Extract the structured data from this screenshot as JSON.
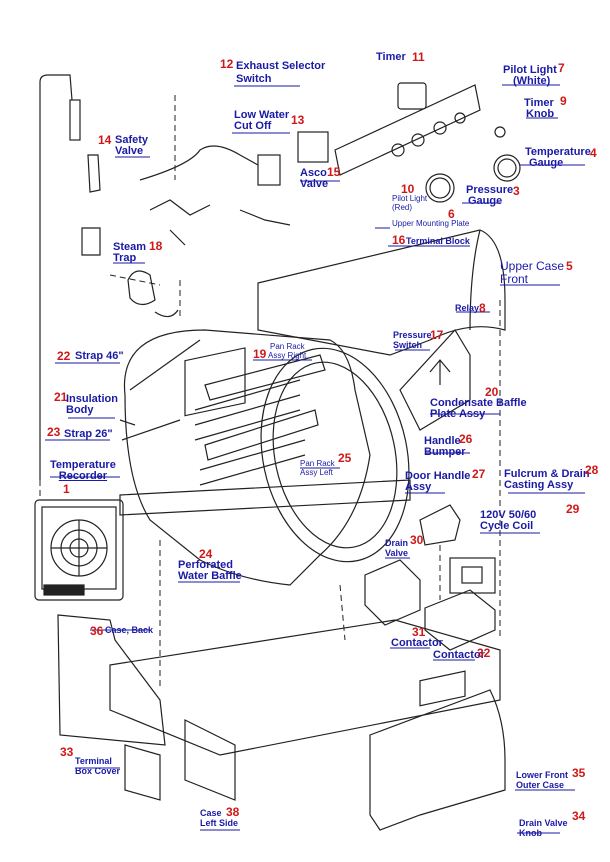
{
  "parts": [
    {
      "id": "p1",
      "num": "1",
      "lines": [
        "Temperature",
        "Recorder"
      ]
    },
    {
      "id": "p3",
      "num": "3",
      "lines": [
        "Pressure",
        "Gauge"
      ]
    },
    {
      "id": "p4",
      "num": "4",
      "lines": [
        "Temperature",
        "Gauge"
      ]
    },
    {
      "id": "p5",
      "num": "5",
      "lines": [
        "Upper Case",
        "Front"
      ]
    },
    {
      "id": "p6",
      "num": "6",
      "lines": [
        "Upper Mounting Plate"
      ]
    },
    {
      "id": "p7",
      "num": "7",
      "lines": [
        "Pilot Light",
        "(White)"
      ]
    },
    {
      "id": "p8",
      "num": "8",
      "lines": [
        "Relay"
      ]
    },
    {
      "id": "p9",
      "num": "9",
      "lines": [
        "Timer",
        "Knob"
      ]
    },
    {
      "id": "p10",
      "num": "10",
      "lines": [
        "Pilot Light",
        "(Red)"
      ]
    },
    {
      "id": "p11",
      "num": "11",
      "lines": [
        "Timer"
      ]
    },
    {
      "id": "p12",
      "num": "12",
      "lines": [
        "Exhaust Selector",
        "Switch"
      ]
    },
    {
      "id": "p13",
      "num": "13",
      "lines": [
        "Low Water",
        "Cut Off"
      ]
    },
    {
      "id": "p14",
      "num": "14",
      "lines": [
        "Safety",
        "Valve"
      ]
    },
    {
      "id": "p15",
      "num": "15",
      "lines": [
        "Asco",
        "Valve"
      ]
    },
    {
      "id": "p16",
      "num": "16",
      "lines": [
        "Terminal Block"
      ]
    },
    {
      "id": "p17",
      "num": "17",
      "lines": [
        "Pressure",
        "Switch"
      ]
    },
    {
      "id": "p18",
      "num": "18",
      "lines": [
        "Steam",
        "Trap"
      ]
    },
    {
      "id": "p19",
      "num": "19",
      "lines": [
        "Pan Rack",
        "Assy Right"
      ]
    },
    {
      "id": "p20",
      "num": "20",
      "lines": [
        "Condensate Baffle",
        "Plate Assy"
      ]
    },
    {
      "id": "p21",
      "num": "21",
      "lines": [
        "Insulation",
        "Body"
      ]
    },
    {
      "id": "p22",
      "num": "22",
      "lines": [
        "Strap 46\""
      ]
    },
    {
      "id": "p23",
      "num": "23",
      "lines": [
        "Strap 26\""
      ]
    },
    {
      "id": "p24",
      "num": "24",
      "lines": [
        "Perforated",
        "Water Baffle"
      ]
    },
    {
      "id": "p25",
      "num": "25",
      "lines": [
        "Pan Rack",
        "Assy Left"
      ]
    },
    {
      "id": "p26",
      "num": "26",
      "lines": [
        "Handle",
        "Bumper"
      ]
    },
    {
      "id": "p27",
      "num": "27",
      "lines": [
        "Door Handle",
        "Assy"
      ]
    },
    {
      "id": "p28",
      "num": "28",
      "lines": [
        "Fulcrum & Drain",
        "Casting Assy"
      ]
    },
    {
      "id": "p29",
      "num": "29",
      "lines": [
        "120V 50/60",
        "Cycle Coil"
      ]
    },
    {
      "id": "p30",
      "num": "30",
      "lines": [
        "Drain",
        "Valve"
      ]
    },
    {
      "id": "p31",
      "num": "31",
      "lines": [
        "Contactor"
      ]
    },
    {
      "id": "p32",
      "num": "32",
      "lines": [
        "Contactor"
      ]
    },
    {
      "id": "p33",
      "num": "33",
      "lines": [
        "Terminal",
        "Box Cover"
      ]
    },
    {
      "id": "p34",
      "num": "34",
      "lines": [
        "Drain Valve",
        "Knob"
      ]
    },
    {
      "id": "p35",
      "num": "35",
      "lines": [
        "Lower Front",
        "Outer Case"
      ]
    },
    {
      "id": "p36",
      "num": "36",
      "lines": [
        "Case, Back"
      ]
    },
    {
      "id": "p38",
      "num": "38",
      "lines": [
        "Case",
        "Left Side"
      ]
    }
  ],
  "colors": {
    "label": "#1a1aa6",
    "number": "#d01818",
    "line": "#222222"
  }
}
